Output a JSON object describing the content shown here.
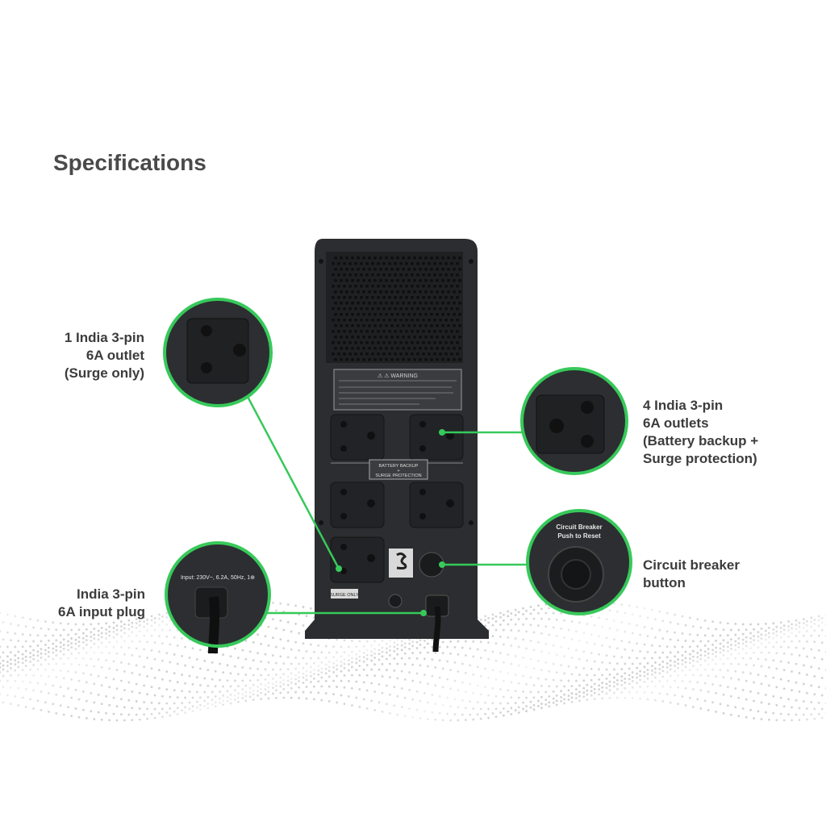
{
  "heading": "Specifications",
  "callouts": {
    "surge_outlet": [
      "1 India 3-pin",
      "6A outlet",
      "(Surge only)"
    ],
    "backup_outlets": [
      "4 India 3-pin",
      "6A outlets",
      "(Battery backup +",
      "Surge protection)"
    ],
    "breaker": [
      "Circuit breaker",
      "button"
    ],
    "input_plug": [
      "India 3-pin",
      "6A input plug"
    ]
  },
  "panel_text": {
    "warning": "⚠ ⚠ WARNING",
    "backup_label": [
      "BATTERY BACKUP",
      "+",
      "SURGE PROTECTION"
    ],
    "surge_only": "SURGE ONLY",
    "breaker_zoom": [
      "Circuit Breaker",
      "Push to Reset"
    ],
    "input_zoom": "Input: 230V~, 6.2A, 50Hz, 1⊕"
  },
  "accent_color": "#37c95a",
  "device_color": "#2a2c2e"
}
